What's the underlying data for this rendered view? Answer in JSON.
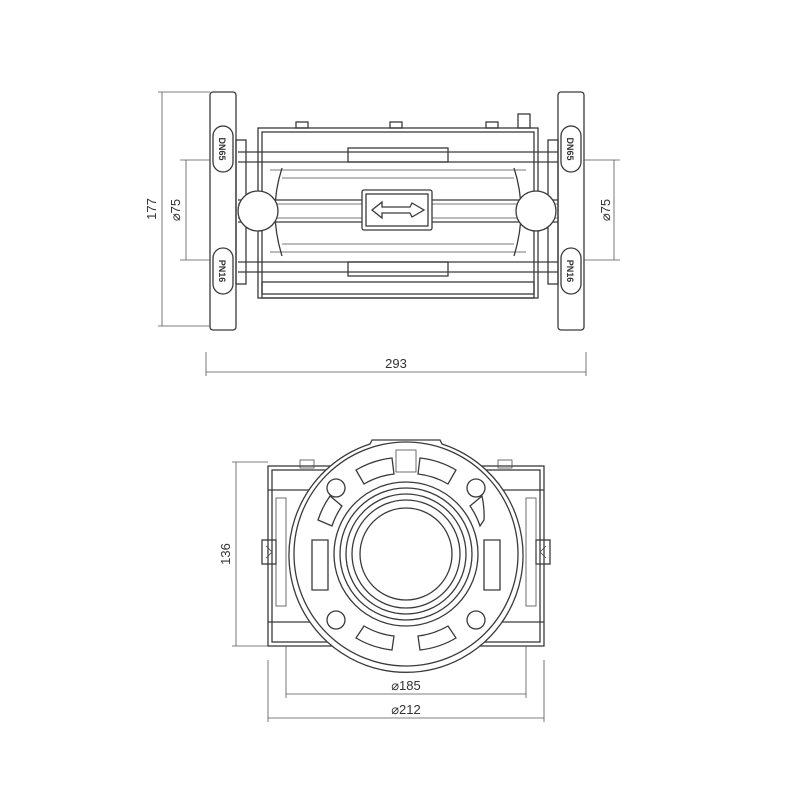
{
  "side_view": {
    "height_label": "177",
    "left_port_label": "⌀75",
    "right_port_label": "⌀75",
    "length_label": "293",
    "nominal_size_marking": "DN65",
    "pressure_marking": "PN16",
    "flow_arrow_icon": "left-arrow-icon"
  },
  "front_view": {
    "height_label": "136",
    "bolt_circle_label": "⌀185",
    "flange_outer_label": "⌀212"
  },
  "colors": {
    "line": "#3a3a3a",
    "background": "#ffffff"
  }
}
